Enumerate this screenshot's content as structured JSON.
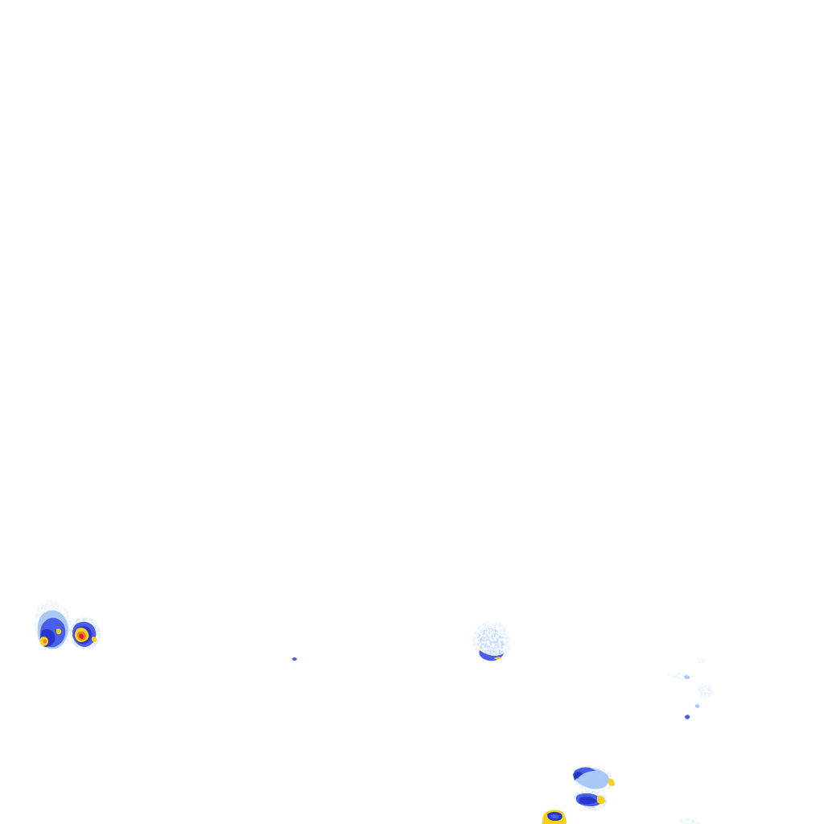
{
  "map": {
    "type": "weather-radar-overlay",
    "background": "#ffffff",
    "palette": {
      "very_light": "#d4e6fb",
      "light": "#a9c8f5",
      "moderate": "#4a5fe8",
      "heavy": "#2a36c9",
      "intense": "#f5d020",
      "extreme": "#f08018",
      "severe": "#e01e1e"
    },
    "echo_cells": [
      {
        "id": "cell-west-a",
        "intensity_levels": [
          "very_light",
          "light",
          "moderate",
          "heavy",
          "intense",
          "extreme"
        ]
      },
      {
        "id": "cell-west-b",
        "intensity_levels": [
          "light",
          "moderate",
          "heavy",
          "intense",
          "extreme",
          "severe"
        ]
      },
      {
        "id": "cell-speck",
        "intensity_levels": [
          "moderate"
        ]
      },
      {
        "id": "cell-center",
        "intensity_levels": [
          "very_light",
          "light",
          "moderate",
          "heavy",
          "intense"
        ]
      },
      {
        "id": "cell-east-scatter",
        "intensity_levels": [
          "very_light",
          "light",
          "moderate"
        ]
      },
      {
        "id": "cell-southeast-upper",
        "intensity_levels": [
          "very_light",
          "light",
          "moderate",
          "heavy",
          "intense"
        ]
      },
      {
        "id": "cell-southeast-lower",
        "intensity_levels": [
          "light",
          "moderate",
          "heavy",
          "intense"
        ]
      },
      {
        "id": "cell-south-small",
        "intensity_levels": [
          "moderate",
          "heavy",
          "intense"
        ]
      }
    ]
  }
}
